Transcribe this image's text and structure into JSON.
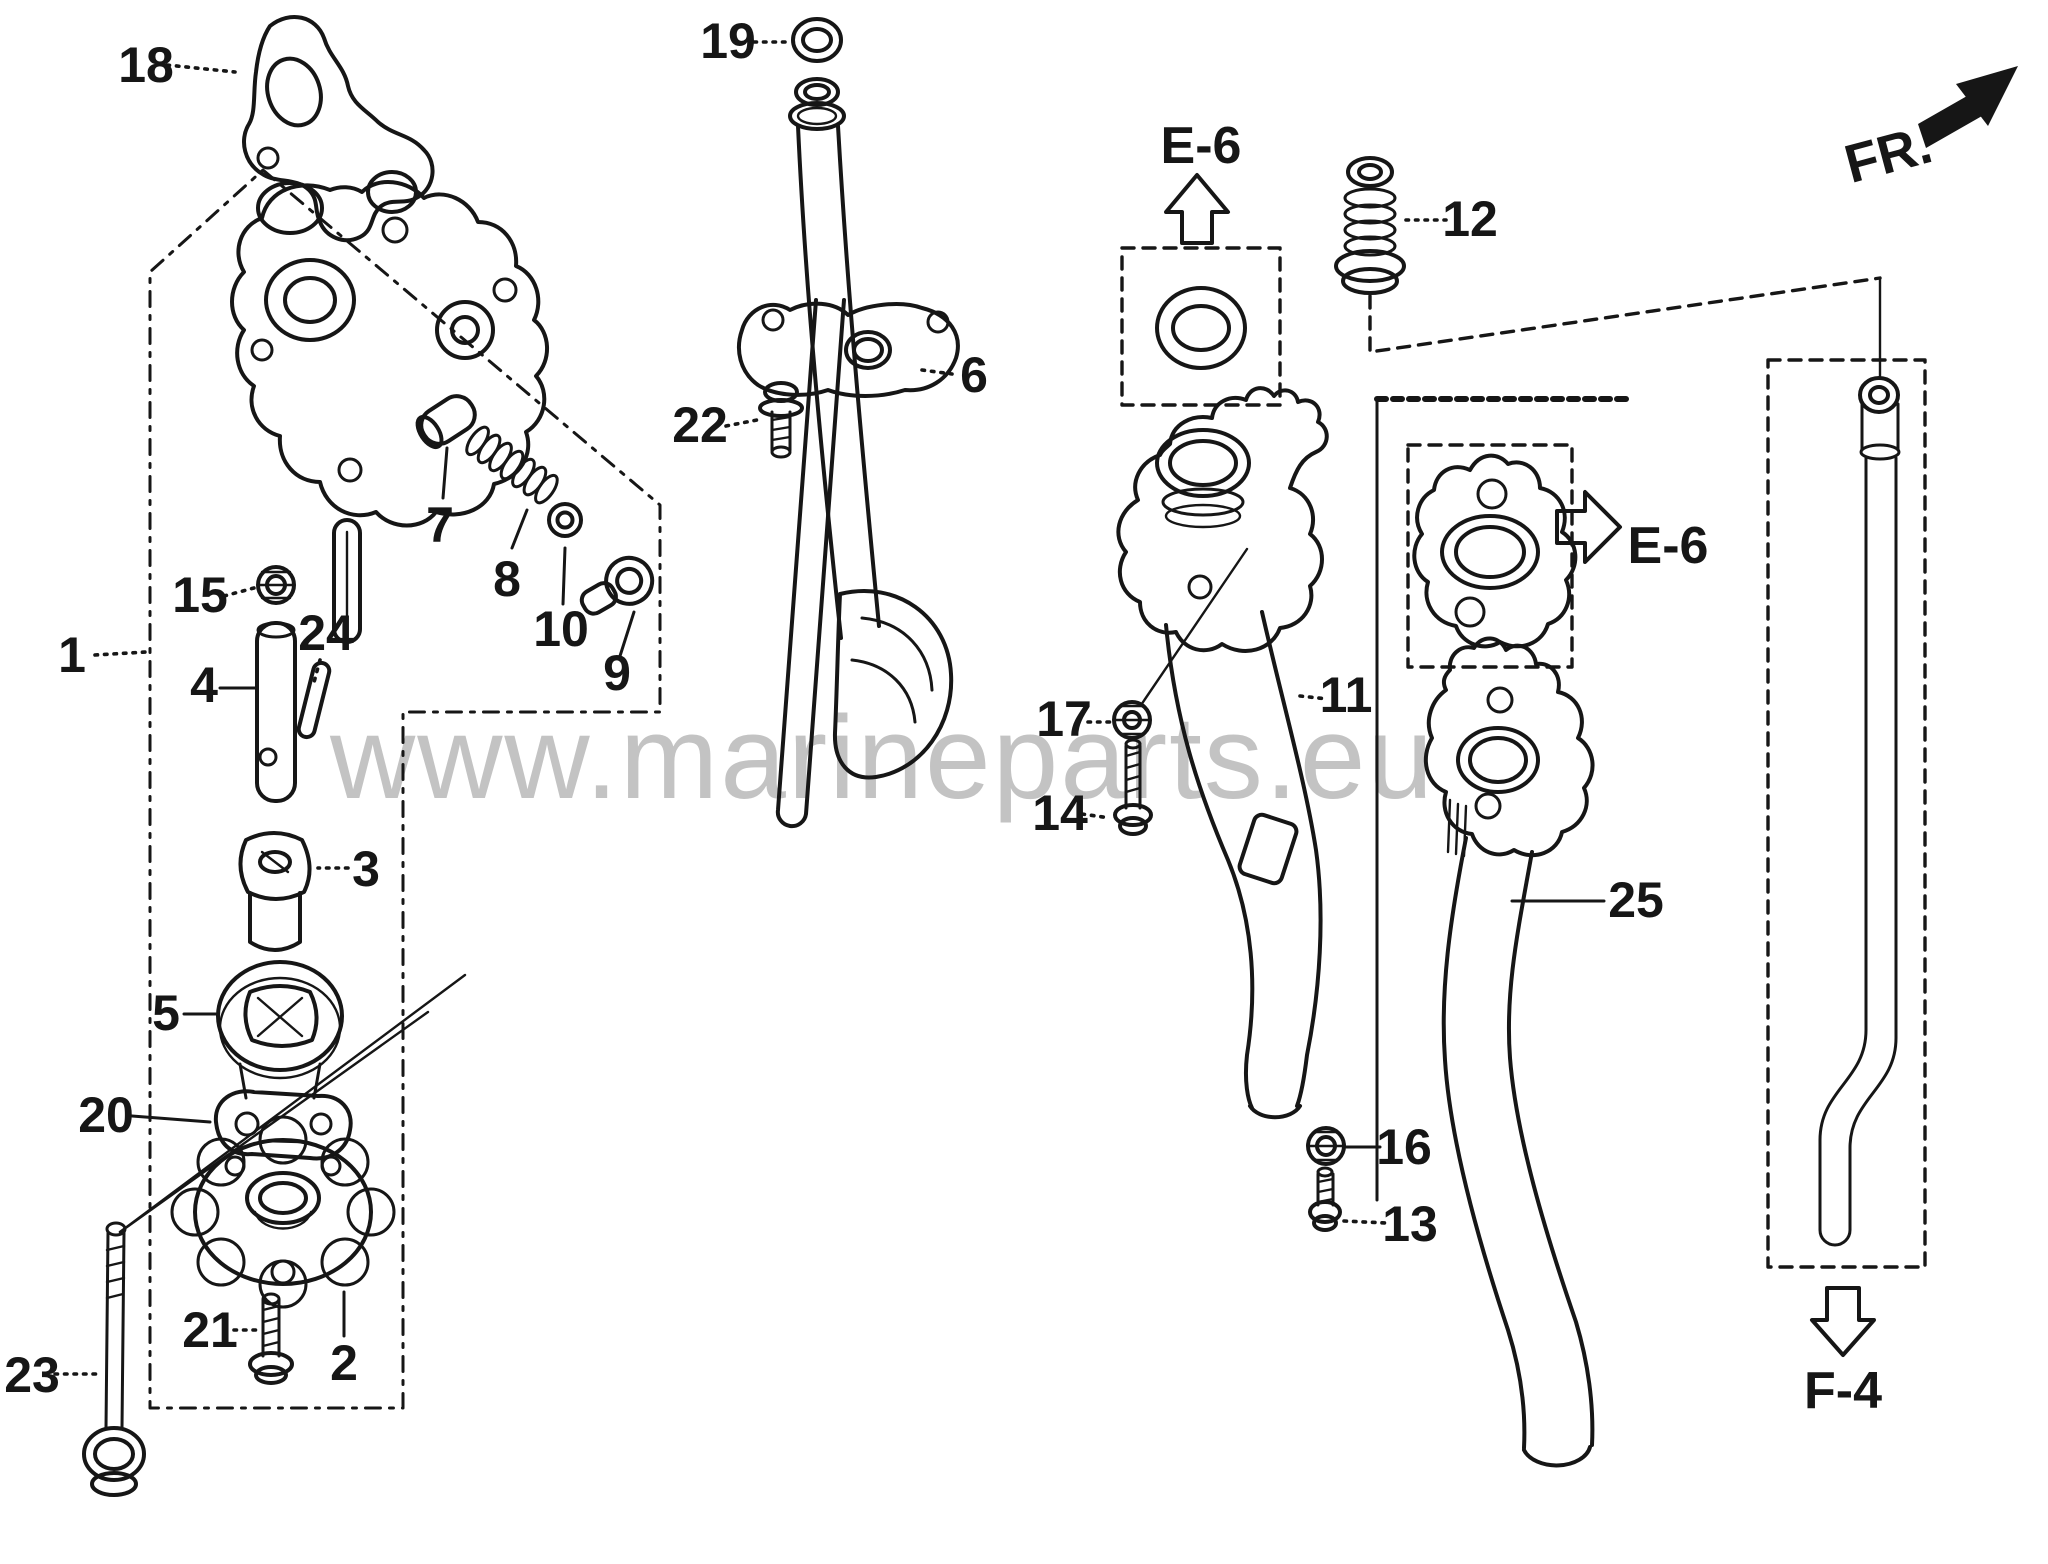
{
  "diagram": {
    "watermark": "www.marineparts.eu",
    "front_indicator": "FR.",
    "refs": {
      "e6_top": "E-6",
      "e6_side": "E-6",
      "f4": "F-4"
    },
    "callouts": {
      "c1": "1",
      "c2": "2",
      "c3": "3",
      "c4": "4",
      "c5": "5",
      "c6": "6",
      "c7": "7",
      "c8": "8",
      "c9": "9",
      "c10": "10",
      "c11": "11",
      "c12": "12",
      "c13": "13",
      "c14": "14",
      "c15": "15",
      "c16": "16",
      "c17": "17",
      "c18": "18",
      "c19": "19",
      "c20": "20",
      "c21": "21",
      "c22": "22",
      "c23": "23",
      "c24": "24",
      "c25": "25"
    }
  }
}
